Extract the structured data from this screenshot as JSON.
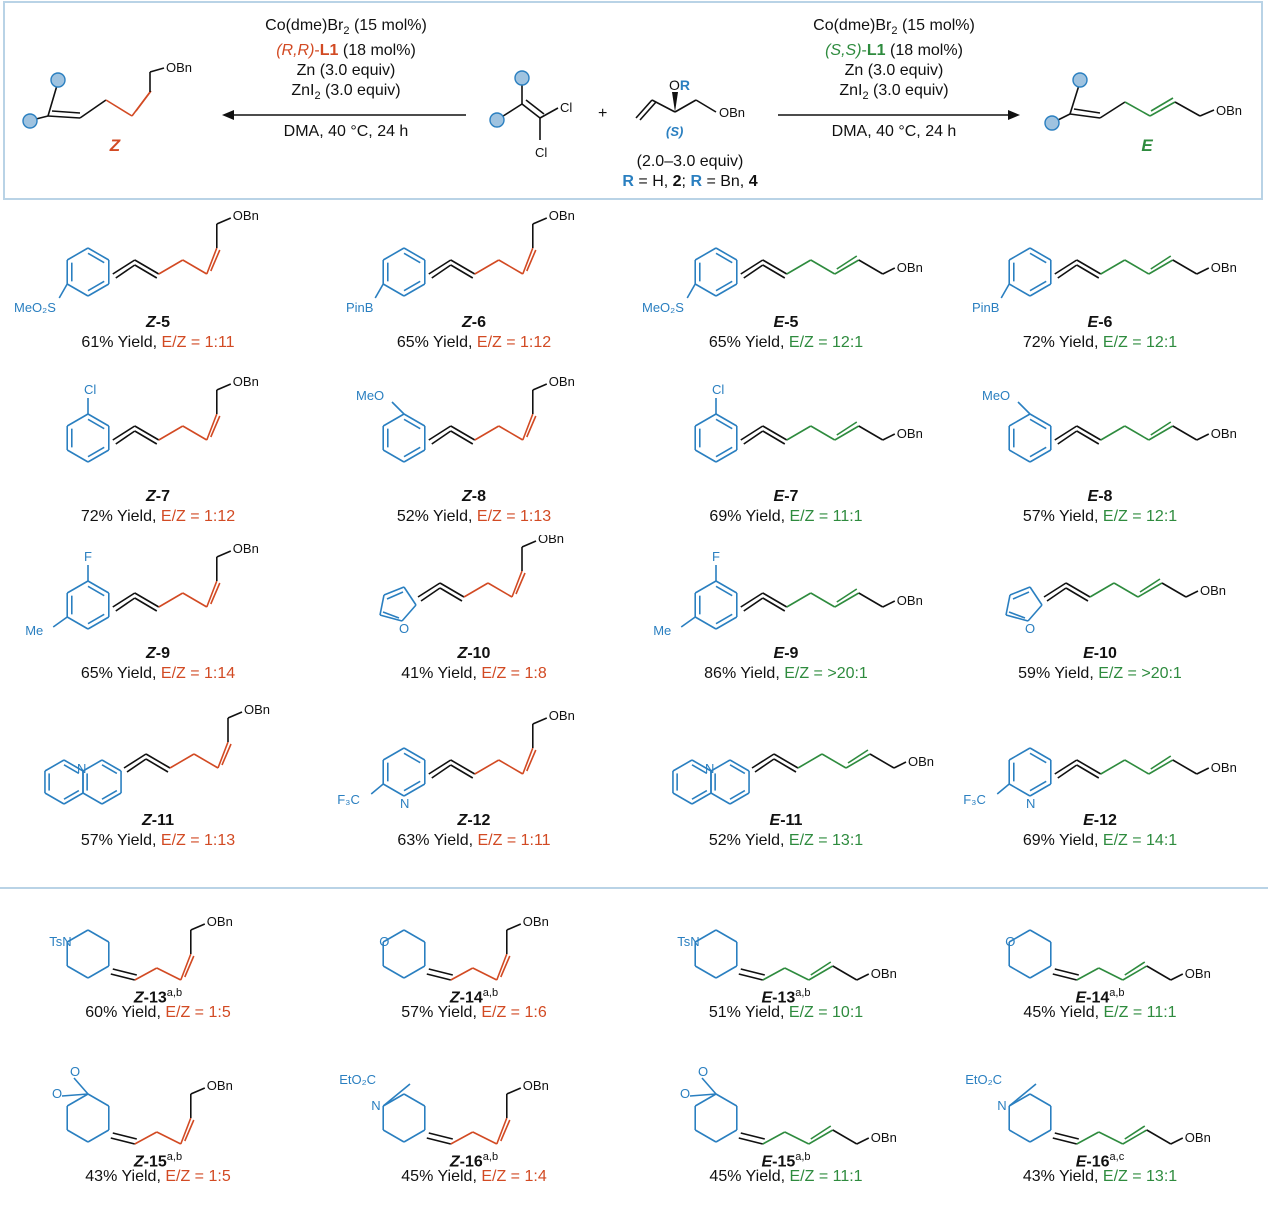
{
  "scheme": {
    "left_conditions": {
      "line1_prefix": "Co(dme)Br",
      "line1_sub": "2",
      "line1_suffix": " (15 mol%)",
      "line2_ligand_config": "(R,R)",
      "line2_dash": "-",
      "line2_ligand": "L1",
      "line2_suffix": " (18 mol%)",
      "line3": "Zn (3.0 equiv)",
      "line4_prefix": "ZnI",
      "line4_sub": "2",
      "line4_suffix": " (3.0 equiv)",
      "line5": "DMA, 40 °C, 24 h"
    },
    "right_conditions": {
      "line1_prefix": "Co(dme)Br",
      "line1_sub": "2",
      "line1_suffix": " (15 mol%)",
      "line2_ligand_config": "(S,S)",
      "line2_dash": "-",
      "line2_ligand": "L1",
      "line2_suffix": " (18 mol%)",
      "line3": "Zn (3.0 equiv)",
      "line4_prefix": "ZnI",
      "line4_sub": "2",
      "line4_suffix": " (3.0 equiv)",
      "line5": "DMA, 40 °C, 24 h"
    },
    "left_product_label": "Z",
    "right_product_label": "E",
    "plus": "+",
    "reagent": {
      "or_label": "OR",
      "obn_label": "OBn",
      "stereo_label": "(S)",
      "equiv": "(2.0–3.0 equiv)",
      "r_def": {
        "r1": "R",
        "t1": " = H, ",
        "n1": "2",
        "t2": "; ",
        "r2": "R",
        "t3": " = Bn, ",
        "n2": "4"
      }
    },
    "cl_labels": [
      "Cl",
      "Cl"
    ],
    "obn": "OBn"
  },
  "atoms": {
    "obn": "OBn",
    "meo2s": "MeO₂S",
    "pinb": "PinB",
    "cl": "Cl",
    "meo": "MeO",
    "f": "F",
    "me": "Me",
    "o": "O",
    "n": "N",
    "f3c": "F₃C",
    "tsn": "TsN",
    "eto2c": "EtO₂C"
  },
  "colors": {
    "isomer_Z": "#d24a23",
    "isomer_E": "#2e8b3e",
    "substituent": "#2a7fc0",
    "divider": "#b9d3e6"
  },
  "compounds": [
    {
      "prefix": "Z",
      "num": "-5",
      "sup": "",
      "yield": "61% Yield, ",
      "ratio": "E/Z = 1:11",
      "isomer": "Z"
    },
    {
      "prefix": "Z",
      "num": "-6",
      "sup": "",
      "yield": "65% Yield, ",
      "ratio": "E/Z = 1:12",
      "isomer": "Z"
    },
    {
      "prefix": "E",
      "num": "-5",
      "sup": "",
      "yield": "65% Yield, ",
      "ratio": "E/Z = 12:1",
      "isomer": "E"
    },
    {
      "prefix": "E",
      "num": "-6",
      "sup": "",
      "yield": "72% Yield, ",
      "ratio": "E/Z = 12:1",
      "isomer": "E"
    },
    {
      "prefix": "Z",
      "num": "-7",
      "sup": "",
      "yield": "72% Yield, ",
      "ratio": "E/Z = 1:12",
      "isomer": "Z"
    },
    {
      "prefix": "Z",
      "num": "-8",
      "sup": "",
      "yield": "52% Yield, ",
      "ratio": "E/Z = 1:13",
      "isomer": "Z"
    },
    {
      "prefix": "E",
      "num": "-7",
      "sup": "",
      "yield": "69% Yield, ",
      "ratio": "E/Z = 11:1",
      "isomer": "E"
    },
    {
      "prefix": "E",
      "num": "-8",
      "sup": "",
      "yield": "57% Yield, ",
      "ratio": "E/Z = 12:1",
      "isomer": "E"
    },
    {
      "prefix": "Z",
      "num": "-9",
      "sup": "",
      "yield": "65% Yield, ",
      "ratio": "E/Z = 1:14",
      "isomer": "Z"
    },
    {
      "prefix": "Z",
      "num": "-10",
      "sup": "",
      "yield": "41% Yield, ",
      "ratio": "E/Z = 1:8",
      "isomer": "Z"
    },
    {
      "prefix": "E",
      "num": "-9",
      "sup": "",
      "yield": "86% Yield, ",
      "ratio": "E/Z = >20:1",
      "isomer": "E"
    },
    {
      "prefix": "E",
      "num": "-10",
      "sup": "",
      "yield": "59% Yield, ",
      "ratio": "E/Z = >20:1",
      "isomer": "E"
    },
    {
      "prefix": "Z",
      "num": "-11",
      "sup": "",
      "yield": "57% Yield, ",
      "ratio": "E/Z = 1:13",
      "isomer": "Z"
    },
    {
      "prefix": "Z",
      "num": "-12",
      "sup": "",
      "yield": "63% Yield, ",
      "ratio": "E/Z = 1:11",
      "isomer": "Z"
    },
    {
      "prefix": "E",
      "num": "-11",
      "sup": "",
      "yield": "52% Yield, ",
      "ratio": "E/Z = 13:1",
      "isomer": "E"
    },
    {
      "prefix": "E",
      "num": "-12",
      "sup": "",
      "yield": "69% Yield, ",
      "ratio": "E/Z = 14:1",
      "isomer": "E"
    },
    {
      "prefix": "Z",
      "num": "-13",
      "sup": "a,b",
      "yield": "60% Yield, ",
      "ratio": "E/Z = 1:5",
      "isomer": "Z"
    },
    {
      "prefix": "Z",
      "num": "-14",
      "sup": "a,b",
      "yield": "57% Yield, ",
      "ratio": "E/Z = 1:6",
      "isomer": "Z"
    },
    {
      "prefix": "E",
      "num": "-13",
      "sup": "a,b",
      "yield": "51% Yield, ",
      "ratio": "E/Z = 10:1",
      "isomer": "E"
    },
    {
      "prefix": "E",
      "num": "-14",
      "sup": "a,b",
      "yield": "45% Yield, ",
      "ratio": "E/Z = 11:1",
      "isomer": "E"
    },
    {
      "prefix": "Z",
      "num": "-15",
      "sup": "a,b",
      "yield": "43% Yield, ",
      "ratio": "E/Z = 1:5",
      "isomer": "Z"
    },
    {
      "prefix": "Z",
      "num": "-16",
      "sup": "a,b",
      "yield": "45% Yield, ",
      "ratio": "E/Z = 1:4",
      "isomer": "Z"
    },
    {
      "prefix": "E",
      "num": "-15",
      "sup": "a,b",
      "yield": "45% Yield, ",
      "ratio": "E/Z = 11:1",
      "isomer": "E"
    },
    {
      "prefix": "E",
      "num": "-16",
      "sup": "a,c",
      "yield": "43% Yield, ",
      "ratio": "E/Z = 13:1",
      "isomer": "E"
    }
  ]
}
